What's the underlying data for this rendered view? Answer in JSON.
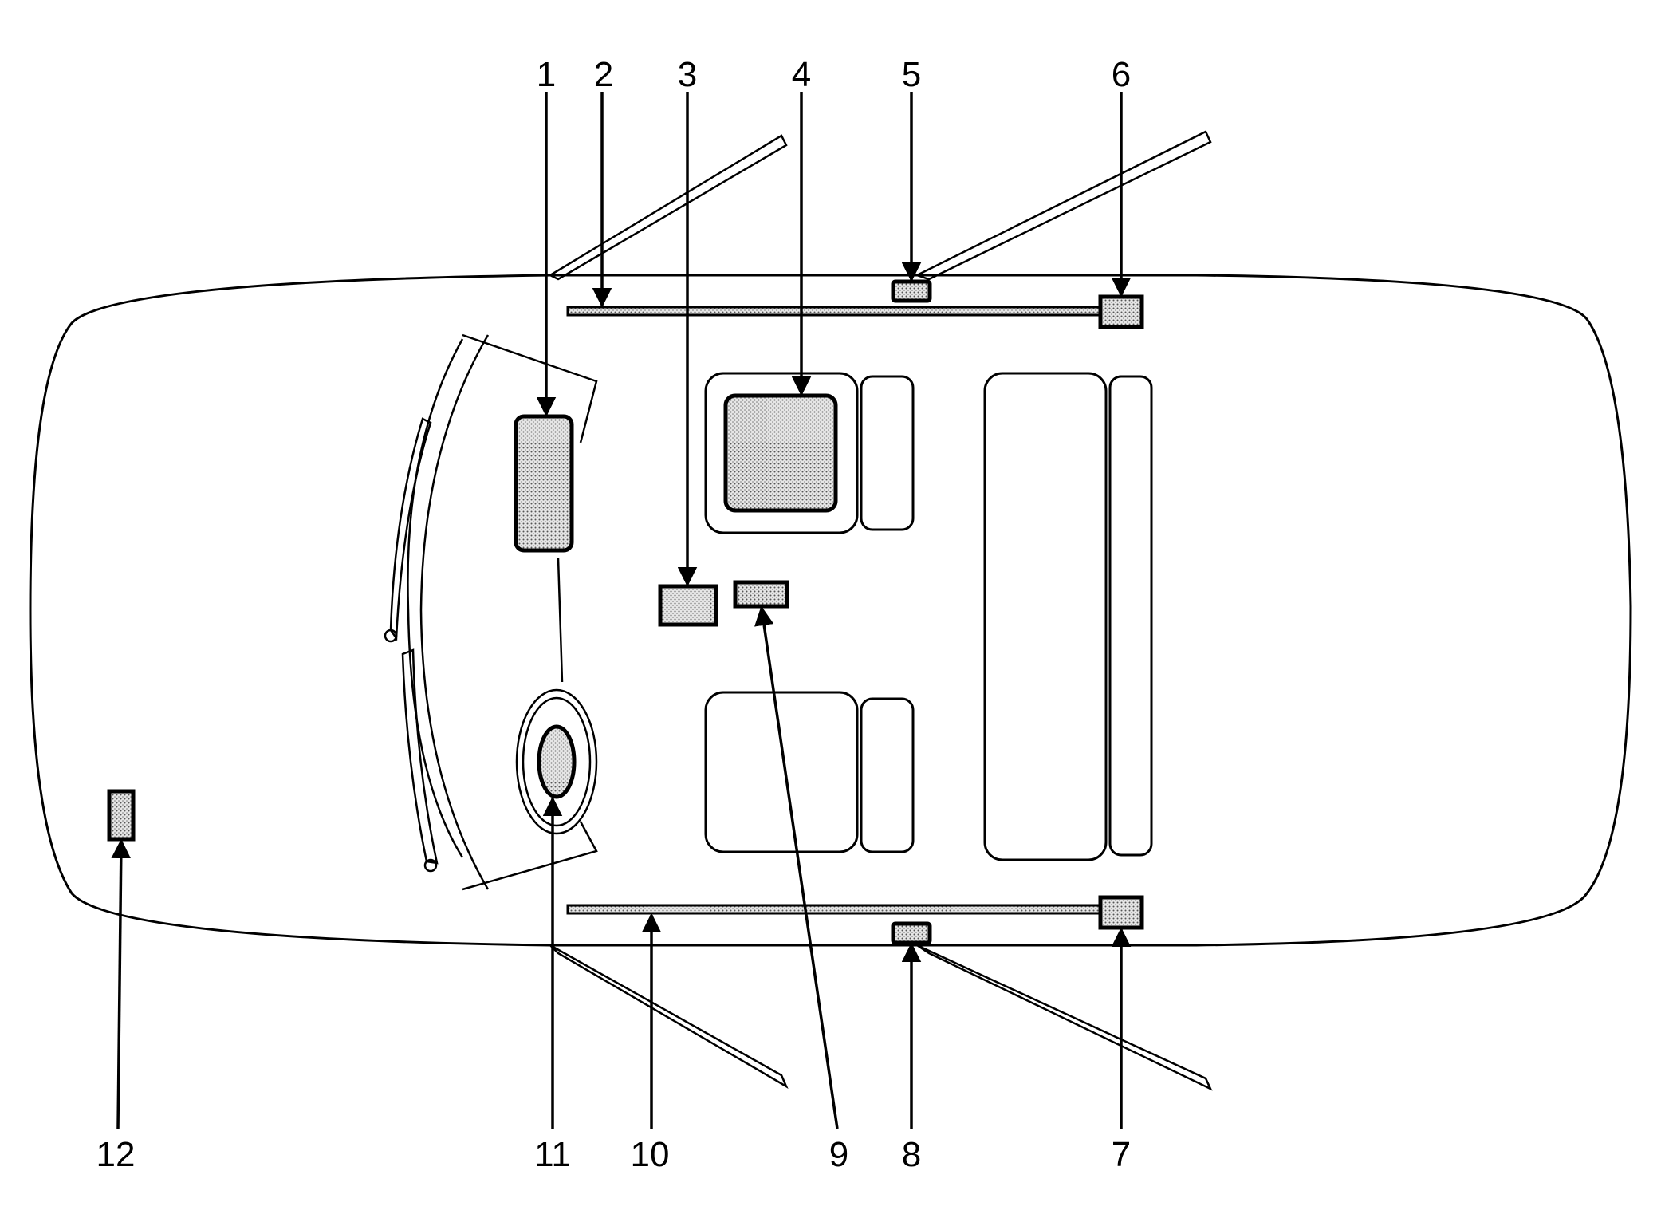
{
  "callouts": [
    {
      "id": "1",
      "label": "1"
    },
    {
      "id": "2",
      "label": "2"
    },
    {
      "id": "3",
      "label": "3"
    },
    {
      "id": "4",
      "label": "4"
    },
    {
      "id": "5",
      "label": "5"
    },
    {
      "id": "6",
      "label": "6"
    },
    {
      "id": "7",
      "label": "7"
    },
    {
      "id": "8",
      "label": "8"
    },
    {
      "id": "9",
      "label": "9"
    },
    {
      "id": "10",
      "label": "10"
    },
    {
      "id": "11",
      "label": "11"
    },
    {
      "id": "12",
      "label": "12"
    }
  ],
  "colors": {
    "line": "#000000",
    "fill_pattern": "#777777",
    "background": "#ffffff"
  }
}
